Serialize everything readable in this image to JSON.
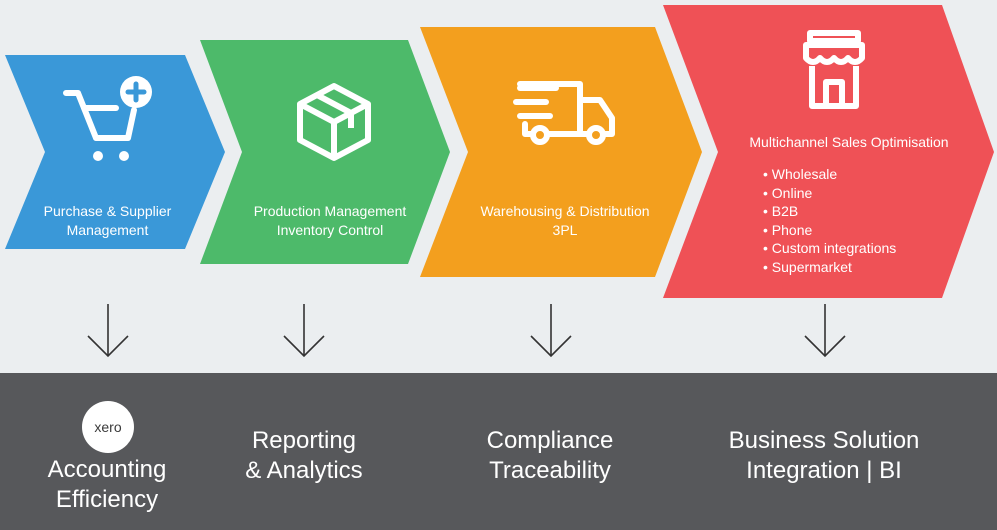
{
  "colors": {
    "background": "#ebeef0",
    "purchase": "#3a98d8",
    "production": "#4dba6a",
    "warehousing": "#f39f1e",
    "sales": "#ef5156",
    "bottom_bar": "#57585b",
    "arrow": "#333333"
  },
  "stages": [
    {
      "icon": "cart-plus-icon",
      "lines": [
        "Purchase & Supplier",
        "Management"
      ]
    },
    {
      "icon": "box-icon",
      "lines": [
        "Production Management",
        "Inventory Control"
      ]
    },
    {
      "icon": "delivery-truck-icon",
      "lines": [
        "Warehousing & Distribution",
        "3PL"
      ]
    },
    {
      "icon": "storefront-icon",
      "title": "Multichannel Sales Optimisation",
      "bullets": [
        "• Wholesale",
        "• Online",
        "• B2B",
        "• Phone",
        "• Custom integrations",
        "• Supermarket"
      ]
    }
  ],
  "outcomes": [
    {
      "logo": "xero",
      "lines": [
        "Accounting",
        "Efficiency"
      ]
    },
    {
      "lines": [
        "Reporting",
        "& Analytics"
      ]
    },
    {
      "lines": [
        "Compliance",
        "Traceability"
      ]
    },
    {
      "lines": [
        "Business Solution",
        "Integration | BI"
      ]
    }
  ]
}
